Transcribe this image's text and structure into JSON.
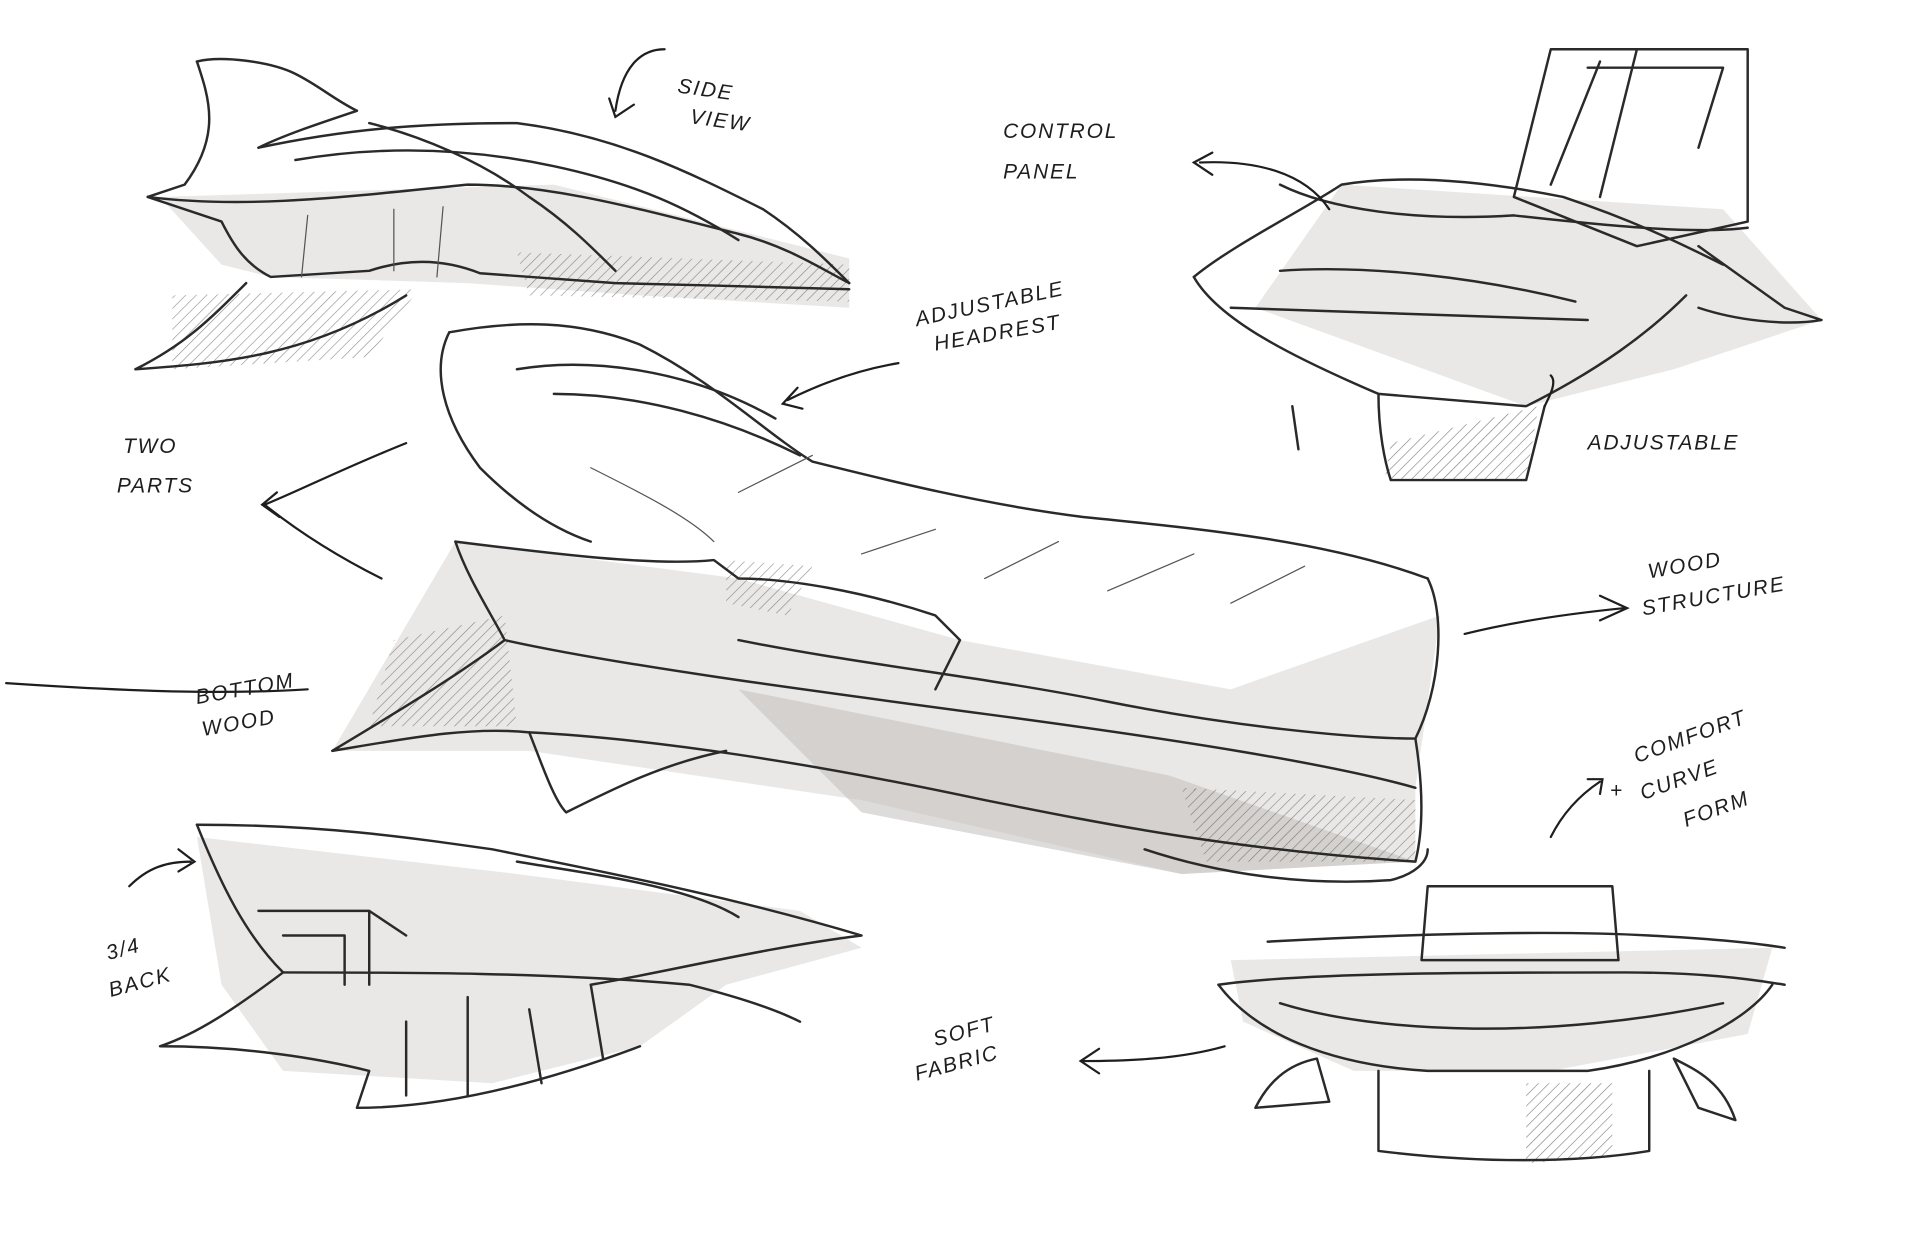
{
  "annotations": {
    "side_view": [
      "SIDE",
      "VIEW"
    ],
    "control_panel": [
      "CONTROL",
      "PANEL"
    ],
    "adjustable_headrest": [
      "ADJUSTABLE",
      "HEADREST"
    ],
    "two_parts": [
      "TWO",
      "PARTS"
    ],
    "adjustable": "ADJUSTABLE",
    "wood_structure": [
      "WOOD",
      "STRUCTURE"
    ],
    "bottom_wood": [
      "BOTTOM",
      "WOOD"
    ],
    "comfort_curve_form": [
      "COMFORT",
      "+",
      "CURVE",
      "FORM"
    ],
    "three_quarter_back": [
      "3/4",
      "BACK"
    ],
    "soft_fabric": [
      "SOFT",
      "FABRIC"
    ]
  },
  "colors": {
    "ink": "#2a2a2a",
    "shade": "#d8d6d3",
    "paper": "#ffffff"
  }
}
